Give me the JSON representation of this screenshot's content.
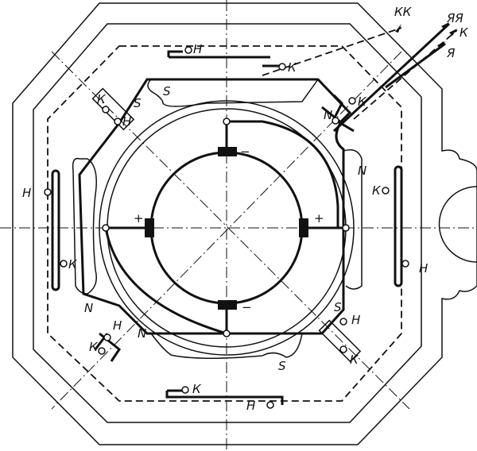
{
  "diagram": {
    "terminals": {
      "kk": "КК",
      "yaya": "ЯЯ",
      "k": "К",
      "ya": "Я"
    },
    "brush_polarity": {
      "left": "+",
      "right": "+",
      "top": "−",
      "bottom": "−"
    },
    "coil_labels": {
      "top_h": "Н",
      "top_k": "К",
      "top_s": "S",
      "tl_k": "К",
      "tl_s": "S",
      "tl_h": "Н",
      "tr_k": "К",
      "tr_n": "N",
      "left_h": "Н",
      "left_k": "К",
      "left_n": "N",
      "right_n": "N",
      "right_k": "К",
      "right_h": "Н",
      "bl_h": "Н",
      "bl_k": "К",
      "bl_n": "N",
      "br_s": "S",
      "br_h": "Н",
      "br_k": "К",
      "bottom_s": "S",
      "bottom_k": "К",
      "bottom_h": "Н"
    }
  }
}
